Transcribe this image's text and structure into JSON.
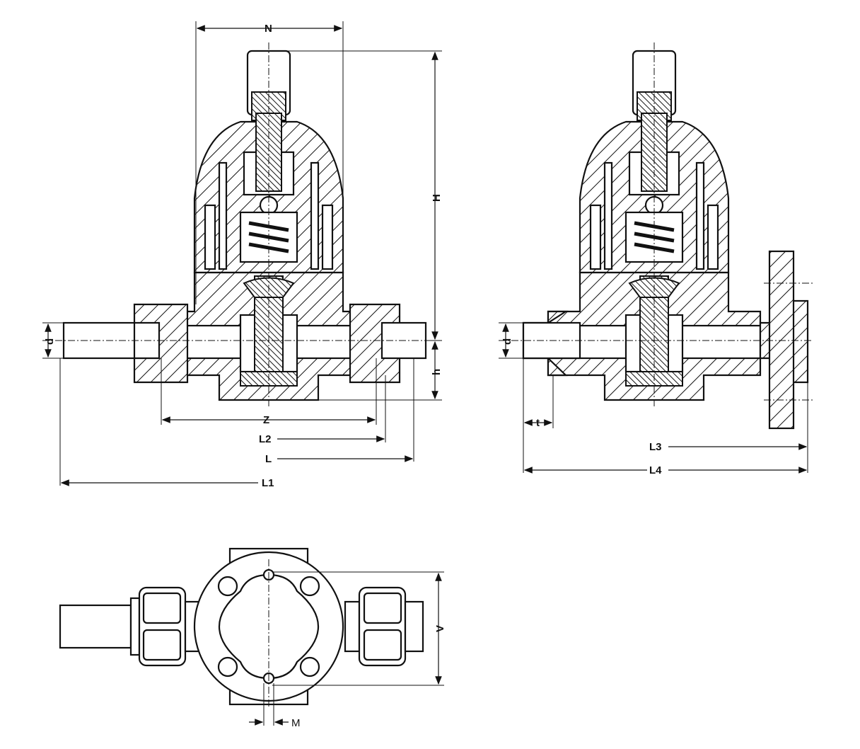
{
  "front_view": {
    "labels": {
      "N": "N",
      "H": "H",
      "d": "d",
      "h": "h",
      "Z": "Z",
      "L2": "L2",
      "L": "L",
      "L1": "L1"
    }
  },
  "flanged_view": {
    "labels": {
      "d": "d",
      "t": "t",
      "L3": "L3",
      "L4": "L4"
    }
  },
  "top_view": {
    "labels": {
      "V": "V",
      "M": "M"
    }
  }
}
